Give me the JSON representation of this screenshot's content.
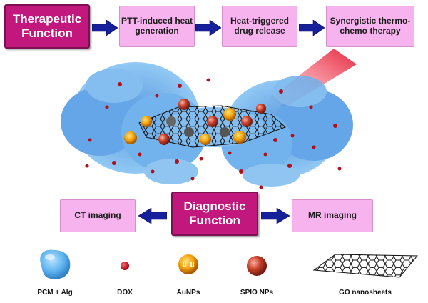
{
  "therapeutic": {
    "title": "Therapeutic Function",
    "steps": [
      "PTT-induced heat generation",
      "Heat-triggered drug release",
      "Synergistic thermo-chemo therapy"
    ]
  },
  "diagnostic": {
    "title": "Diagnostic Function",
    "left": "CT imaging",
    "right": "MR imaging"
  },
  "legend": {
    "pcm": "PCM + Alg",
    "dox": "DOX",
    "aunps": "AuNPs",
    "spio": "SPIO NPs",
    "go": "GO nanosheets"
  },
  "colors": {
    "head_fill": "#c2187e",
    "step_fill": "#f7b3ee",
    "arrow_fill": "#16209a",
    "laser": "#e0102a",
    "gel": "#4f9ae0"
  }
}
